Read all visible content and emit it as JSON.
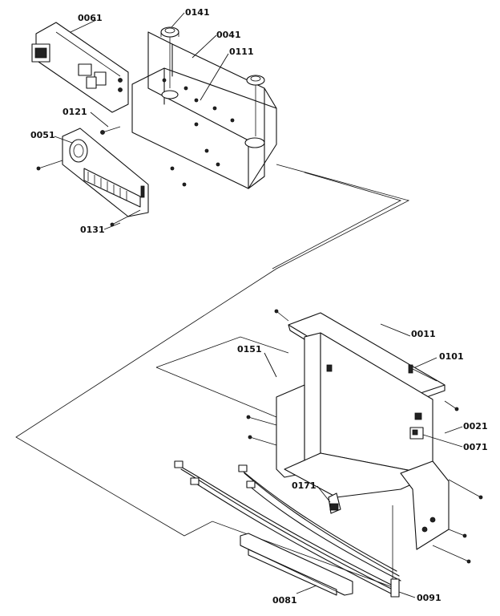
{
  "callouts": {
    "p0061": "0061",
    "p0141": "0141",
    "p0041": "0041",
    "p0111": "0111",
    "p0121": "0121",
    "p0051": "0051",
    "p0131": "0131",
    "p0011": "0011",
    "p0101": "0101",
    "p0151": "0151",
    "p0021": "0021",
    "p0071": "0071",
    "p0171": "0171",
    "p0081": "0081",
    "p0091": "0091"
  }
}
